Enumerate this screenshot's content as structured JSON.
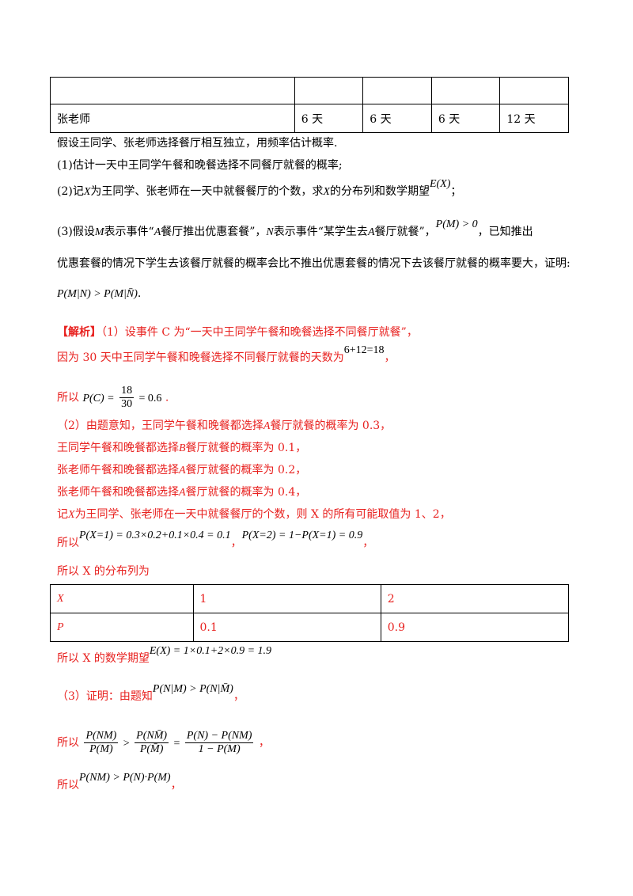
{
  "top_table": {
    "row1": [
      "",
      "",
      "",
      "",
      ""
    ],
    "row2": [
      "张老师",
      "6 天",
      "6 天",
      "6 天",
      "12 天"
    ]
  },
  "question": {
    "assume": "假设王同学、张老师选择餐厅相互独立，用频率估计概率.",
    "q1": "(1)估计一天中王同学午餐和晚餐选择不同餐厅就餐的概率;",
    "q2_a": "(2)记",
    "q2_b": "为王同学、张老师在一天中就餐餐厅的个数，求",
    "q2_c": "的分布列和数学期望",
    "q2_d": "；",
    "q3_a": "(3)假设",
    "q3_b": "表示事件“",
    "q3_c": "餐厅推出优惠套餐”，",
    "q3_d": "表示事件“某学生去",
    "q3_e": "餐厅就餐”，",
    "q3_f": "，已知推出",
    "q3_line2": "优惠套餐的情况下学生去该餐厅就餐的概率会比不推出优惠套餐的情况下去该餐厅就餐的概率要大，证明:",
    "q3_end": "."
  },
  "solution": {
    "label": "【解析】",
    "s1_a": "（1）设事件 C 为“一天中王同学午餐和晚餐选择不同餐厅就餐”，",
    "s1_b": "因为 30 天中王同学午餐和晚餐选择不同餐厅就餐的天数为",
    "s1_b_end": "，",
    "s1_c": "所以",
    "s1_c_end": ".",
    "s2_a": "（2）由题意知，王同学午餐和晚餐都选择",
    "s2_a2": "餐厅就餐的概率为 0.3，",
    "s2_b": "王同学午餐和晚餐都选择",
    "s2_b2": "餐厅就餐的概率为 0.1，",
    "s2_c": "张老师午餐和晚餐都选择",
    "s2_c2": "餐厅就餐的概率为 0.2，",
    "s2_d": "张老师午餐和晚餐都选择",
    "s2_d2": "餐厅就餐的概率为 0.4，",
    "s2_e": "记",
    "s2_e2": "为王同学、张老师在一天中就餐餐厅的个数，则 X 的所有可能取值为 1、2，",
    "s2_f": "所以",
    "s2_f_mid": "，",
    "s2_f_end": "，",
    "s2_g": "所以 X 的分布列为",
    "dist_header": [
      "X",
      "1",
      "2"
    ],
    "dist_row": [
      "P",
      "0.1",
      "0.9"
    ],
    "s2_h": "所以 X 的数学期望",
    "s3_a": "（3）证明：由题知",
    "s3_a_end": "，",
    "s3_b": "所以",
    "s3_b_end": "，",
    "s3_c": "所以",
    "s3_c_end": "，"
  },
  "math": {
    "X": "X",
    "M": "M",
    "N": "N",
    "A": "A",
    "B": "B",
    "EX": "E(X)",
    "PM0": "P(M) > 0",
    "PMN": "P(M|N) > P(M|N̄)",
    "sum": "6+12=18",
    "PC": "P(C) =",
    "PC_num": "18",
    "PC_den": "30",
    "PC_end": "= 0.6",
    "PX1": "P(X=1) = 0.3×0.2+0.1×0.4 = 0.1",
    "PX2": "P(X=2) = 1−P(X=1) = 0.9",
    "EXval": "E(X) = 1×0.1+2×0.9 = 1.9",
    "PNM": "P(N|M) > P(N|M̄)",
    "f1_num": "P(NM)",
    "f1_den": "P(M)",
    "gt": ">",
    "f2_num": "P(NM̄)",
    "f2_den": "P(M̄)",
    "eq": "=",
    "f3_num": "P(N) − P(NM)",
    "f3_den": "1 − P(M)",
    "final": "P(NM) > P(N)·P(M)"
  }
}
